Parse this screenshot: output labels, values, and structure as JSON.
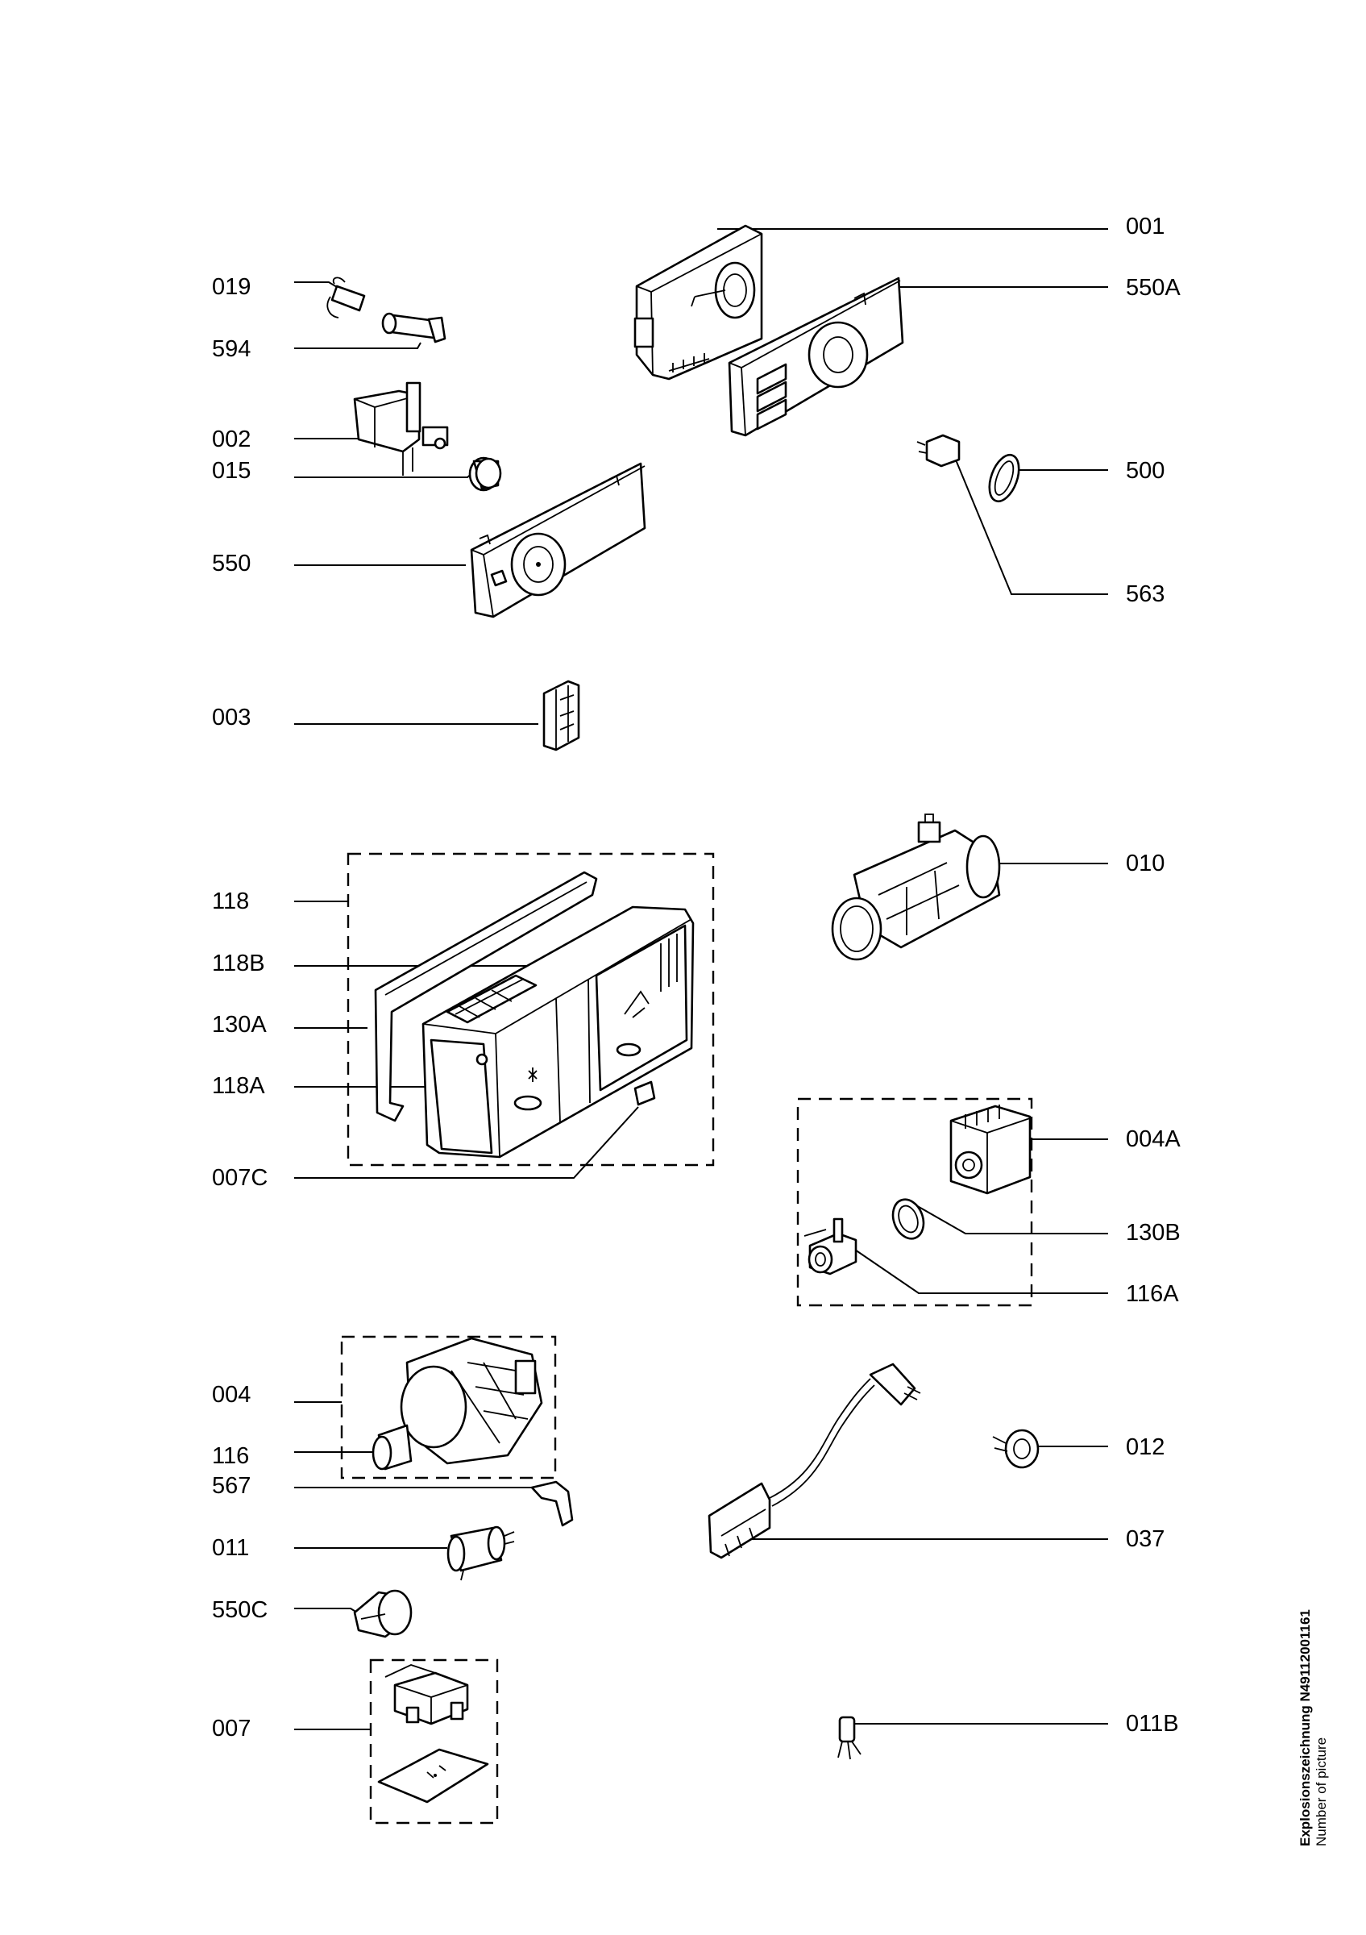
{
  "labels": {
    "p001": "001",
    "p019": "019",
    "p550A": "550A",
    "p594": "594",
    "p002": "002",
    "p015": "015",
    "p500": "500",
    "p550": "550",
    "p563": "563",
    "p003": "003",
    "p010": "010",
    "p118": "118",
    "p118B": "118B",
    "p130A": "130A",
    "p118A": "118A",
    "p004A": "004A",
    "p007C": "007C",
    "p130B": "130B",
    "p116A": "116A",
    "p004": "004",
    "p012": "012",
    "p116": "116",
    "p567": "567",
    "p037": "037",
    "p011": "011",
    "p550C": "550C",
    "p007": "007",
    "p011B": "011B"
  },
  "footer": {
    "title": "Explosionszeichnung N49112001161",
    "subtitle": "Number of picture"
  }
}
